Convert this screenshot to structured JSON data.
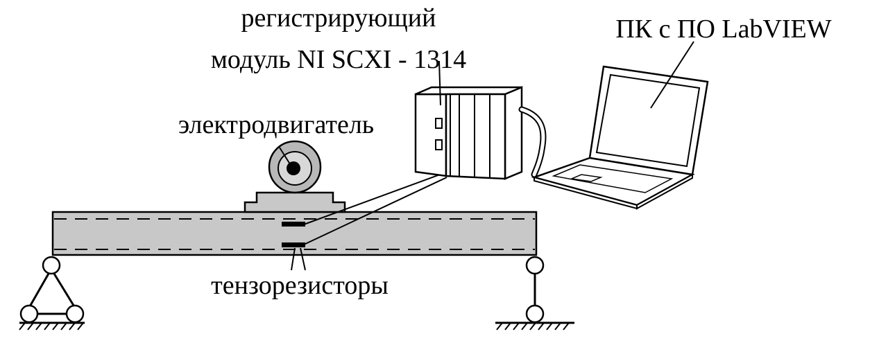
{
  "labels": {
    "module_line1": "регистрирующий",
    "module_line2": "модуль NI SCXI - 1314",
    "pc": "ПК с ПО LabVIEW",
    "motor": "электродвигатель",
    "strain_gauges": "тензорезисторы"
  },
  "colors": {
    "beam_fill": "#c8c8c8",
    "line": "#000000",
    "background": "#ffffff",
    "motor_body": "#b8b8b8",
    "module_fill": "#ffffff"
  }
}
